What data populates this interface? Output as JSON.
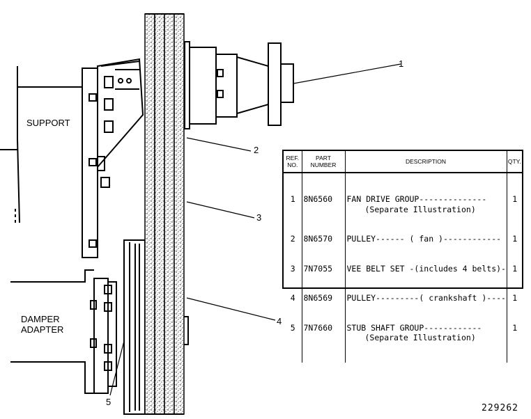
{
  "labels": {
    "support": "SUPPORT",
    "damper_line1": "DAMPER",
    "damper_line2": "ADAPTER"
  },
  "callouts": [
    "1",
    "2",
    "3",
    "4",
    "5"
  ],
  "figure_number": "229262",
  "parts_table": {
    "headers": {
      "ref_line1": "REF.",
      "ref_line2": "NO.",
      "part_line1": "PART",
      "part_line2": "NUMBER",
      "description": "DESCRIPTION",
      "qty": "QTY."
    },
    "rows": [
      {
        "ref": "1",
        "part": "8N6560",
        "description": "FAN DRIVE GROUP--------------",
        "description_line2": "(Separate Illustration)",
        "qty": "1"
      },
      {
        "ref": "2",
        "part": "8N6570",
        "description": "PULLEY------ ( fan )------------",
        "description_line2": "",
        "qty": "1"
      },
      {
        "ref": "3",
        "part": "7N7055",
        "description": "VEE BELT SET -(includes 4 belts)---",
        "description_line2": "",
        "qty": "1"
      },
      {
        "ref": "4",
        "part": "8N6569",
        "description": "PULLEY---------( crankshaft )----",
        "description_line2": "",
        "qty": "1"
      },
      {
        "ref": "5",
        "part": "7N7660",
        "description": "STUB SHAFT GROUP------------",
        "description_line2": "(Separate Illustration)",
        "qty": "1"
      }
    ]
  }
}
